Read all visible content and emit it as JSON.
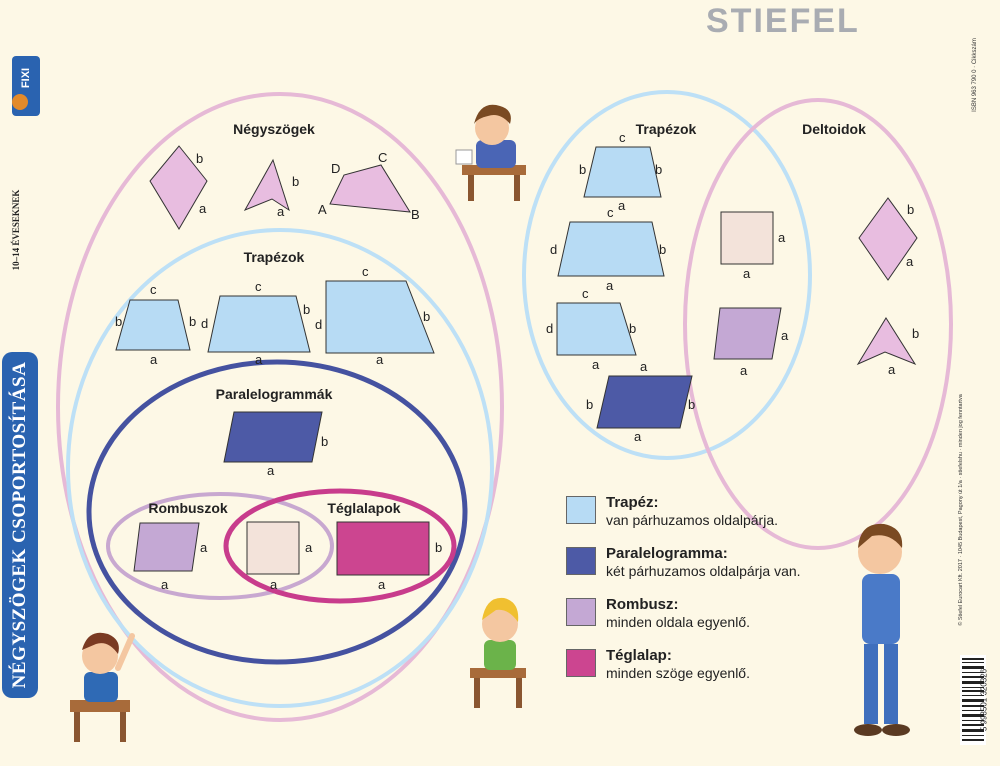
{
  "brand": "STIEFEL",
  "poster_title": "NÉGYSZÖGEK CSOPORTOSÍTÁSA",
  "age_label": "10–14 ÉVESEKNEK",
  "logo_text": "FIXI",
  "sets": {
    "quadrilaterals": "Négyszögek",
    "trapezoids_left": "Trapézok",
    "parallelograms": "Paralelogrammák",
    "rhombi": "Rombuszok",
    "rectangles": "Téglalapok",
    "trapezoids_right": "Trapézok",
    "kites": "Deltoidok"
  },
  "side_labels": {
    "a": "a",
    "b": "b",
    "c": "c",
    "d": "d"
  },
  "vertex_labels": {
    "A": "A",
    "B": "B",
    "C": "C",
    "D": "D"
  },
  "legend": [
    {
      "title": "Trapéz:",
      "desc": "van párhuzamos oldalpárja.",
      "color": "#b7dbf4"
    },
    {
      "title": "Paralelogramma:",
      "desc": "két párhuzamos oldalpárja van.",
      "color": "#4d5aa6"
    },
    {
      "title": "Rombusz:",
      "desc": "minden oldala egyenlő.",
      "color": "#c4a8d4"
    },
    {
      "title": "Téglalap:",
      "desc": "minden szöge egyenlő.",
      "color": "#cc4590"
    }
  ],
  "colors": {
    "trapezoid": "#b7dbf4",
    "parallelogram": "#4d5aa6",
    "rhombus": "#c4a8d4",
    "rectangle": "#cc4590",
    "square": "#f3e3da",
    "kite": "#e8bde0",
    "ring_quadrilaterals": "#e6b9d6",
    "ring_trapezoids": "#bde0f6",
    "ring_parallelograms": "#4552a0",
    "ring_rhombi": "#c8a8d0",
    "ring_rectangles": "#c83c8c",
    "title_panel": "#2a63b0"
  },
  "imprint": "© Stiefel Eurocart Kft. 2017 · 1045 Budapest, Pagony út 1/a · stiefelshu · minden jog fenntartva",
  "isbn": "ISBN 963 790 0 · Cikkszám",
  "barcode": "5 998501 320326"
}
